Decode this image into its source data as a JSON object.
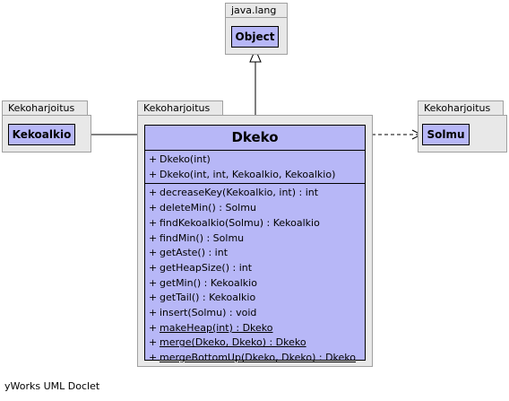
{
  "packages": {
    "java_lang": {
      "name": "java.lang",
      "class_name": "Object"
    },
    "left": {
      "name": "Kekoharjoitus",
      "class_name": "Kekoalkio"
    },
    "center": {
      "name": "Kekoharjoitus"
    },
    "right": {
      "name": "Kekoharjoitus",
      "class_name": "Solmu"
    }
  },
  "main_class": {
    "name": "Dkeko",
    "constructors": [
      {
        "vis": "+",
        "sig": "Dkeko(int)"
      },
      {
        "vis": "+",
        "sig": "Dkeko(int, int, Kekoalkio, Kekoalkio)"
      }
    ],
    "methods": [
      {
        "vis": "+",
        "sig": "decreaseKey(Kekoalkio, int) : int",
        "static": false
      },
      {
        "vis": "+",
        "sig": "deleteMin() : Solmu",
        "static": false
      },
      {
        "vis": "+",
        "sig": "findKekoalkio(Solmu) : Kekoalkio",
        "static": false
      },
      {
        "vis": "+",
        "sig": "findMin() : Solmu",
        "static": false
      },
      {
        "vis": "+",
        "sig": "getAste() : int",
        "static": false
      },
      {
        "vis": "+",
        "sig": "getHeapSize() : int",
        "static": false
      },
      {
        "vis": "+",
        "sig": "getMin() : Kekoalkio",
        "static": false
      },
      {
        "vis": "+",
        "sig": "getTail() : Kekoalkio",
        "static": false
      },
      {
        "vis": "+",
        "sig": "insert(Solmu) : void",
        "static": false
      },
      {
        "vis": "+",
        "sig": "makeHeap(int) : Dkeko",
        "static": true
      },
      {
        "vis": "+",
        "sig": "merge(Dkeko, Dkeko) : Dkeko",
        "static": true
      },
      {
        "vis": "+",
        "sig": "mergeBottomUp(Dkeko, Dkeko) : Dkeko",
        "static": true
      }
    ]
  },
  "relations": [
    {
      "from": "Dkeko",
      "to": "Object",
      "kind": "generalization"
    },
    {
      "from": "Dkeko",
      "to": "Kekoalkio",
      "kind": "association"
    },
    {
      "from": "Dkeko",
      "to": "Solmu",
      "kind": "dependency"
    }
  ],
  "footer": "yWorks UML Doclet",
  "colors": {
    "class_fill": "#b7b7f7",
    "package_fill": "#e8e8e8",
    "package_border": "#a0a0a0"
  }
}
